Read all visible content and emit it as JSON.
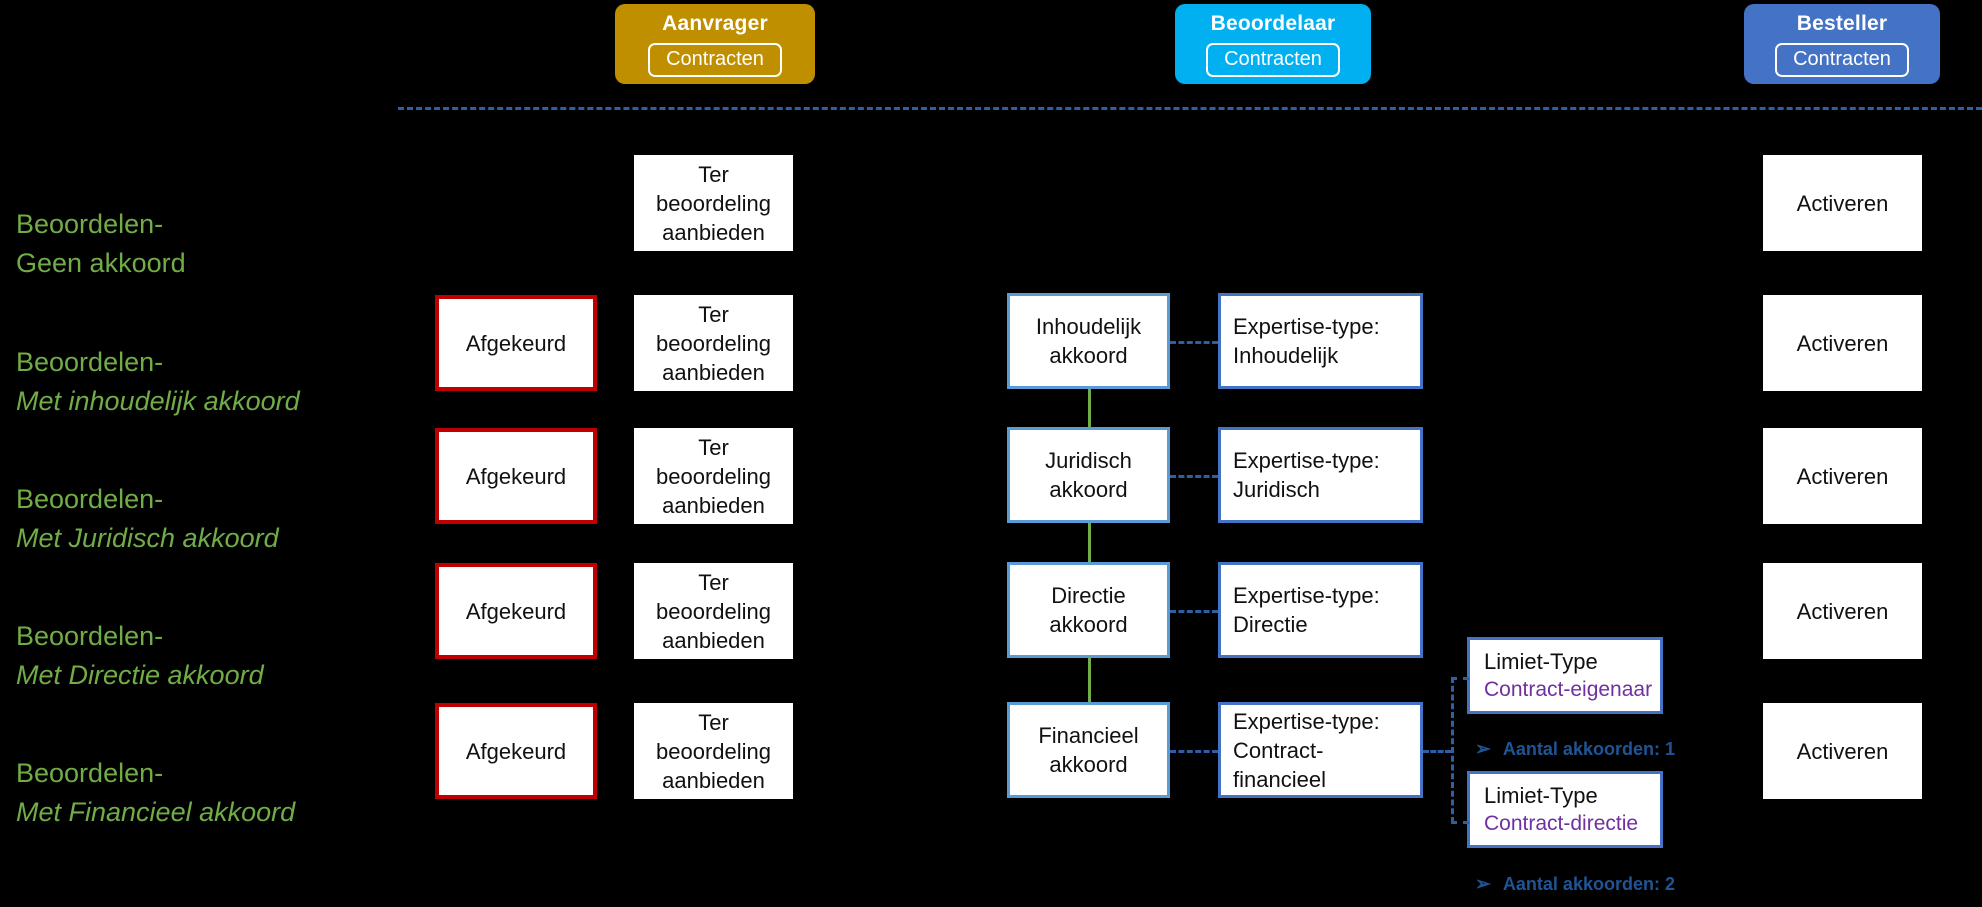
{
  "lanes": [
    {
      "title": "Aanvrager",
      "chip": "Contracten",
      "color": "#bf8f00"
    },
    {
      "title": "Beoordelaar",
      "chip": "Contracten",
      "color": "#00b0f0"
    },
    {
      "title": "Besteller",
      "chip": "Contracten",
      "color": "#4472c4"
    }
  ],
  "row_labels": [
    {
      "line1": "Beoordelen-",
      "line2": "Geen akkoord",
      "italic": false
    },
    {
      "line1": "Beoordelen-",
      "line2": "Met inhoudelijk akkoord",
      "italic": true
    },
    {
      "line1": "Beoordelen-",
      "line2": "Met Juridisch akkoord",
      "italic": true
    },
    {
      "line1": "Beoordelen-",
      "line2": "Met Directie akkoord",
      "italic": true
    },
    {
      "line1": "Beoordelen-",
      "line2": "Met Financieel akkoord",
      "italic": true
    }
  ],
  "aanvrager": {
    "rejected": [
      {
        "label": "Afgekeurd"
      },
      {
        "label": "Afgekeurd"
      },
      {
        "label": "Afgekeurd"
      },
      {
        "label": "Afgekeurd"
      }
    ],
    "submit": [
      {
        "label": "Ter beoordeling aanbieden"
      },
      {
        "label": "Ter beoordeling aanbieden"
      },
      {
        "label": "Ter beoordeling aanbieden"
      },
      {
        "label": "Ter beoordeling aanbieden"
      },
      {
        "label": "Ter beoordeling aanbieden"
      }
    ]
  },
  "beoordelaar": {
    "approvals": [
      {
        "label": "Inhoudelijk akkoord"
      },
      {
        "label": "Juridisch akkoord"
      },
      {
        "label": "Directie akkoord"
      },
      {
        "label": "Financieel akkoord"
      }
    ],
    "expertise": [
      {
        "label": "Expertise-type: Inhoudelijk"
      },
      {
        "label": "Expertise-type: Juridisch"
      },
      {
        "label": "Expertise-type: Directie"
      },
      {
        "label": "Expertise-type: Contract-financieel"
      }
    ],
    "limits": [
      {
        "title": "Limiet-Type",
        "subtitle": "Contract-eigenaar",
        "annotation": "Aantal akkoorden: 1"
      },
      {
        "title": "Limiet-Type",
        "subtitle": "Contract-directie",
        "annotation": "Aantal akkoorden: 2"
      }
    ]
  },
  "besteller": {
    "activate": [
      {
        "label": "Activeren"
      },
      {
        "label": "Activeren"
      },
      {
        "label": "Activeren"
      },
      {
        "label": "Activeren"
      },
      {
        "label": "Activeren"
      }
    ]
  },
  "colors": {
    "background": "#000000",
    "lane_aanvrager": "#bf8f00",
    "lane_beoordelaar": "#00b0f0",
    "lane_besteller": "#4472c4",
    "row_label_green": "#70ad47",
    "rejected_border": "#c00000",
    "approval_border": "#5b9bd5",
    "expertise_border": "#4472c4",
    "limit_subtitle": "#7030a0",
    "annotation_blue": "#1f5597",
    "connector_green": "#70ad47",
    "connector_dash": "#2e5fa3"
  },
  "glyphs": {
    "bullet_arrow": "➢"
  }
}
